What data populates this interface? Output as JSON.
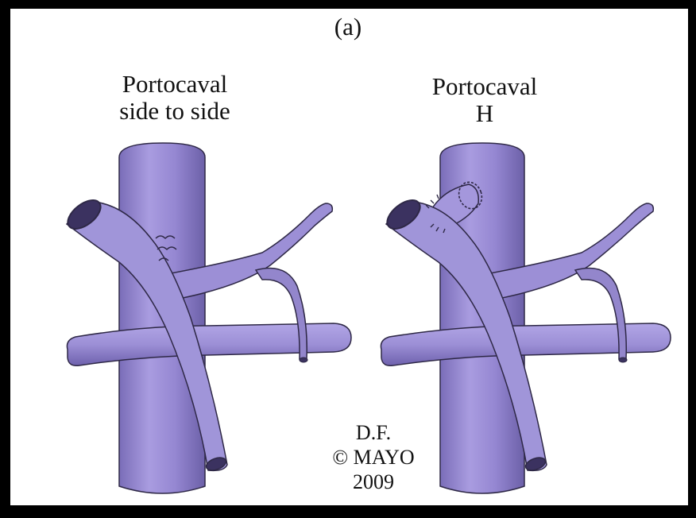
{
  "figure": {
    "panel_label": "(a)",
    "left": {
      "title_line1": "Portocaval",
      "title_line2": "side to side"
    },
    "right": {
      "title_line1": "Portocaval",
      "title_line2": "H"
    },
    "credit": {
      "line1": "D.F.",
      "line2": "© MAYO",
      "line3": "2009"
    }
  },
  "colors": {
    "vessel": "#9c8fd6",
    "vessel_light": "#b6abe6",
    "vessel_dark": "#6e61ad",
    "outline": "#2e2846",
    "frame": "#000000",
    "background": "#ffffff"
  }
}
